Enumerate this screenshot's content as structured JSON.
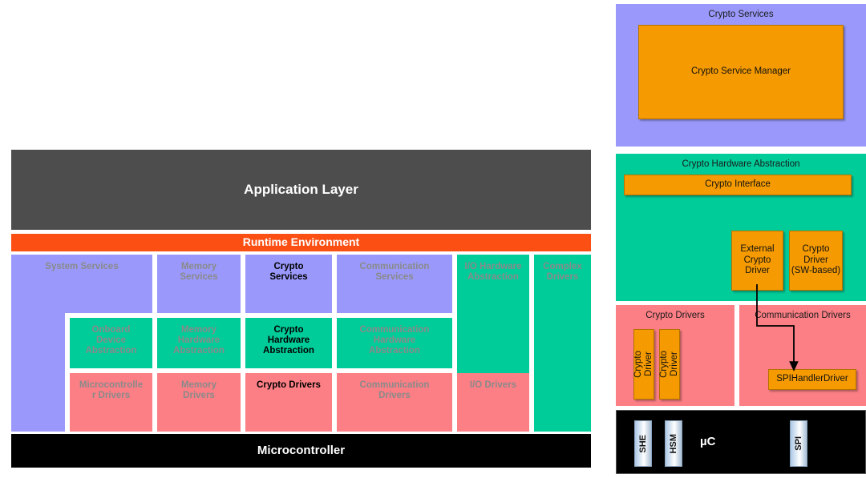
{
  "colors": {
    "services_purple": "#9a99fb",
    "hardware_abstraction_teal": "#00cc99",
    "drivers_salmon": "#fb7f85",
    "application_gray": "#4d4d4d",
    "rte_orange": "#fb4f14",
    "microcontroller_black": "#000000",
    "block_orange": "#f59a00",
    "highlight_text": "#000000",
    "dimmed_text": "#8a8a8a"
  },
  "left_diagram": {
    "application_layer": {
      "label": "Application Layer"
    },
    "runtime_environment": {
      "label": "Runtime Environment"
    },
    "microcontroller": {
      "label": "Microcontroller"
    },
    "services_row": [
      {
        "label": "System Services",
        "highlighted": false
      },
      {
        "label": "Memory\nServices",
        "highlighted": false
      },
      {
        "label": "Crypto\nServices",
        "highlighted": true
      },
      {
        "label": "Communication\nServices",
        "highlighted": false
      },
      {
        "label": "I/O Hardware\nAbstraction",
        "highlighted": false
      },
      {
        "label": "Complex\nDrivers",
        "highlighted": false
      }
    ],
    "abstraction_row": [
      {
        "label": "Onboard\nDevice\nAbstraction",
        "highlighted": false
      },
      {
        "label": "Memory\nHardware\nAbstraction",
        "highlighted": false
      },
      {
        "label": "Crypto\nHardware\nAbstraction",
        "highlighted": true
      },
      {
        "label": "Communication\nHardware\nAbstraction",
        "highlighted": false
      }
    ],
    "drivers_row": [
      {
        "label": "Microcontrolle\nr Drivers",
        "highlighted": false
      },
      {
        "label": "Memory\nDrivers",
        "highlighted": false
      },
      {
        "label": "Crypto Drivers",
        "highlighted": true
      },
      {
        "label": "Communication\nDrivers",
        "highlighted": false
      },
      {
        "label": "I/O Drivers",
        "highlighted": false
      }
    ]
  },
  "right_diagram": {
    "crypto_services": {
      "title": "Crypto Services",
      "crypto_service_manager": "Crypto Service Manager"
    },
    "crypto_hardware_abstraction": {
      "title": "Crypto Hardware Abstraction",
      "crypto_interface": "Crypto Interface",
      "external_crypto_driver": "External\nCrypto\nDriver",
      "crypto_driver_sw": "Crypto\nDriver\n(SW-based)"
    },
    "crypto_drivers": {
      "title": "Crypto Drivers",
      "driver_1": "Crypto\nDriver",
      "driver_2": "Crypto\nDriver"
    },
    "communication_drivers": {
      "title": "Communication Drivers",
      "spi_handler_driver": "SPIHandlerDriver"
    },
    "microcontroller": {
      "label": "µC",
      "peripherals": [
        {
          "label": "SHE"
        },
        {
          "label": "HSM"
        },
        {
          "label": "SPI"
        }
      ]
    }
  }
}
